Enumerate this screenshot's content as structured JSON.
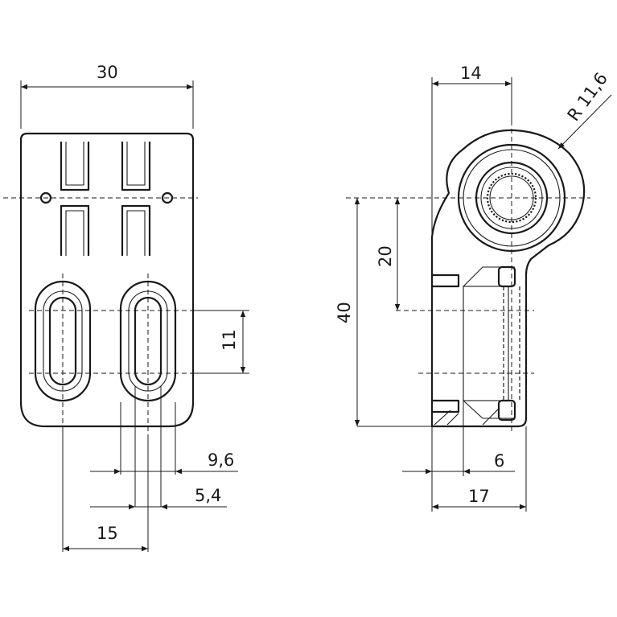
{
  "drawing": {
    "dimensions": {
      "width_30": "30",
      "slot_spacing_15": "15",
      "slot_outer_9_6": "9,6",
      "slot_inner_5_4": "5,4",
      "slot_length_11": "11",
      "top_14": "14",
      "radius_r11_6": "R 11,6",
      "height_20": "20",
      "height_40": "40",
      "width_6": "6",
      "width_17": "17"
    }
  }
}
